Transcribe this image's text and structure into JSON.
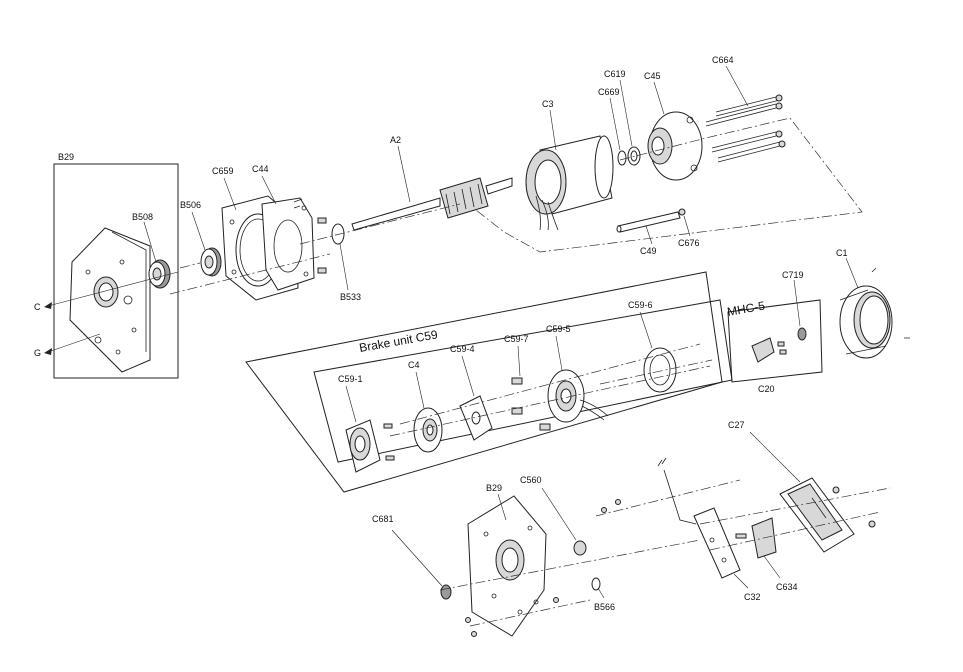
{
  "labels": {
    "b29_top": "B29",
    "b508": "B508",
    "b506": "B506",
    "c659": "C659",
    "c44": "C44",
    "a2": "A2",
    "b533": "B533",
    "c3": "C3",
    "c669": "C669",
    "c619": "C619",
    "c45": "C45",
    "c664": "C664",
    "c49": "C49",
    "c676": "C676",
    "c1": "C1",
    "c719": "C719",
    "mhc5": "MHC-5",
    "c20": "C20",
    "brake_unit": "Brake unit  C59",
    "c59_1": "C59-1",
    "c4": "C4",
    "c59_4": "C59-4",
    "c59_7": "C59-7",
    "c59_5": "C59-5",
    "c59_6": "C59-6",
    "c681": "C681",
    "b29_bottom": "B29",
    "c560": "C560",
    "b566": "B566",
    "c27": "C27",
    "c32": "C32",
    "c634": "C634",
    "arrow_c": "C",
    "arrow_g": "G"
  }
}
